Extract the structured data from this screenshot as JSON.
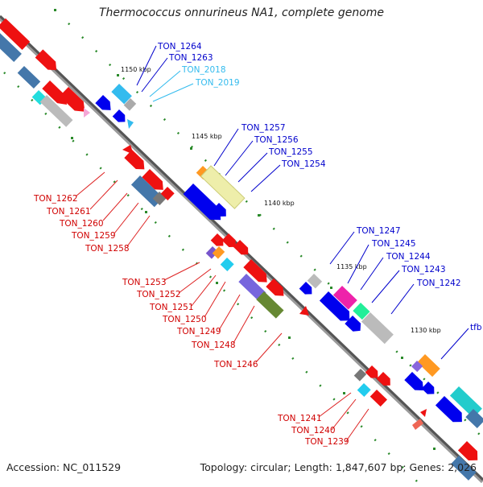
{
  "title": "Thermococcus onnurineus NA1, complete genome",
  "footer": {
    "accession": "Accession: NC_011529",
    "info": "Topology: circular; Length: 1,847,607 bp; Genes: 2,026"
  },
  "colors": {
    "forward_label": "#0000cc",
    "reverse_label": "#d00000",
    "rna_label": "#33bbee",
    "tick": "#2a8a2a"
  },
  "kbp_marks": [
    "1150 kbp",
    "1145 kbp",
    "1140 kbp",
    "1135 kbp",
    "1130 kbp"
  ],
  "gene_labels": {
    "ton1264": "TON_1264",
    "ton1263": "TON_1263",
    "ton2018": "TON_2018",
    "ton2019": "TON_2019",
    "ton1257": "TON_1257",
    "ton1256": "TON_1256",
    "ton1255": "TON_1255",
    "ton1254": "TON_1254",
    "ton1262": "TON_1262",
    "ton1261": "TON_1261",
    "ton1260": "TON_1260",
    "ton1259": "TON_1259",
    "ton1258": "TON_1258",
    "ton1247": "TON_1247",
    "ton1245": "TON_1245",
    "ton1244": "TON_1244",
    "ton1243": "TON_1243",
    "ton1242": "TON_1242",
    "ton1253": "TON_1253",
    "ton1252": "TON_1252",
    "ton1251": "TON_1251",
    "ton1250": "TON_1250",
    "ton1249": "TON_1249",
    "ton1248": "TON_1248",
    "ton1246": "TON_1246",
    "tfb": "tfb",
    "ton1241": "TON_1241",
    "ton1240": "TON_1240",
    "ton1239": "TON_1239"
  }
}
